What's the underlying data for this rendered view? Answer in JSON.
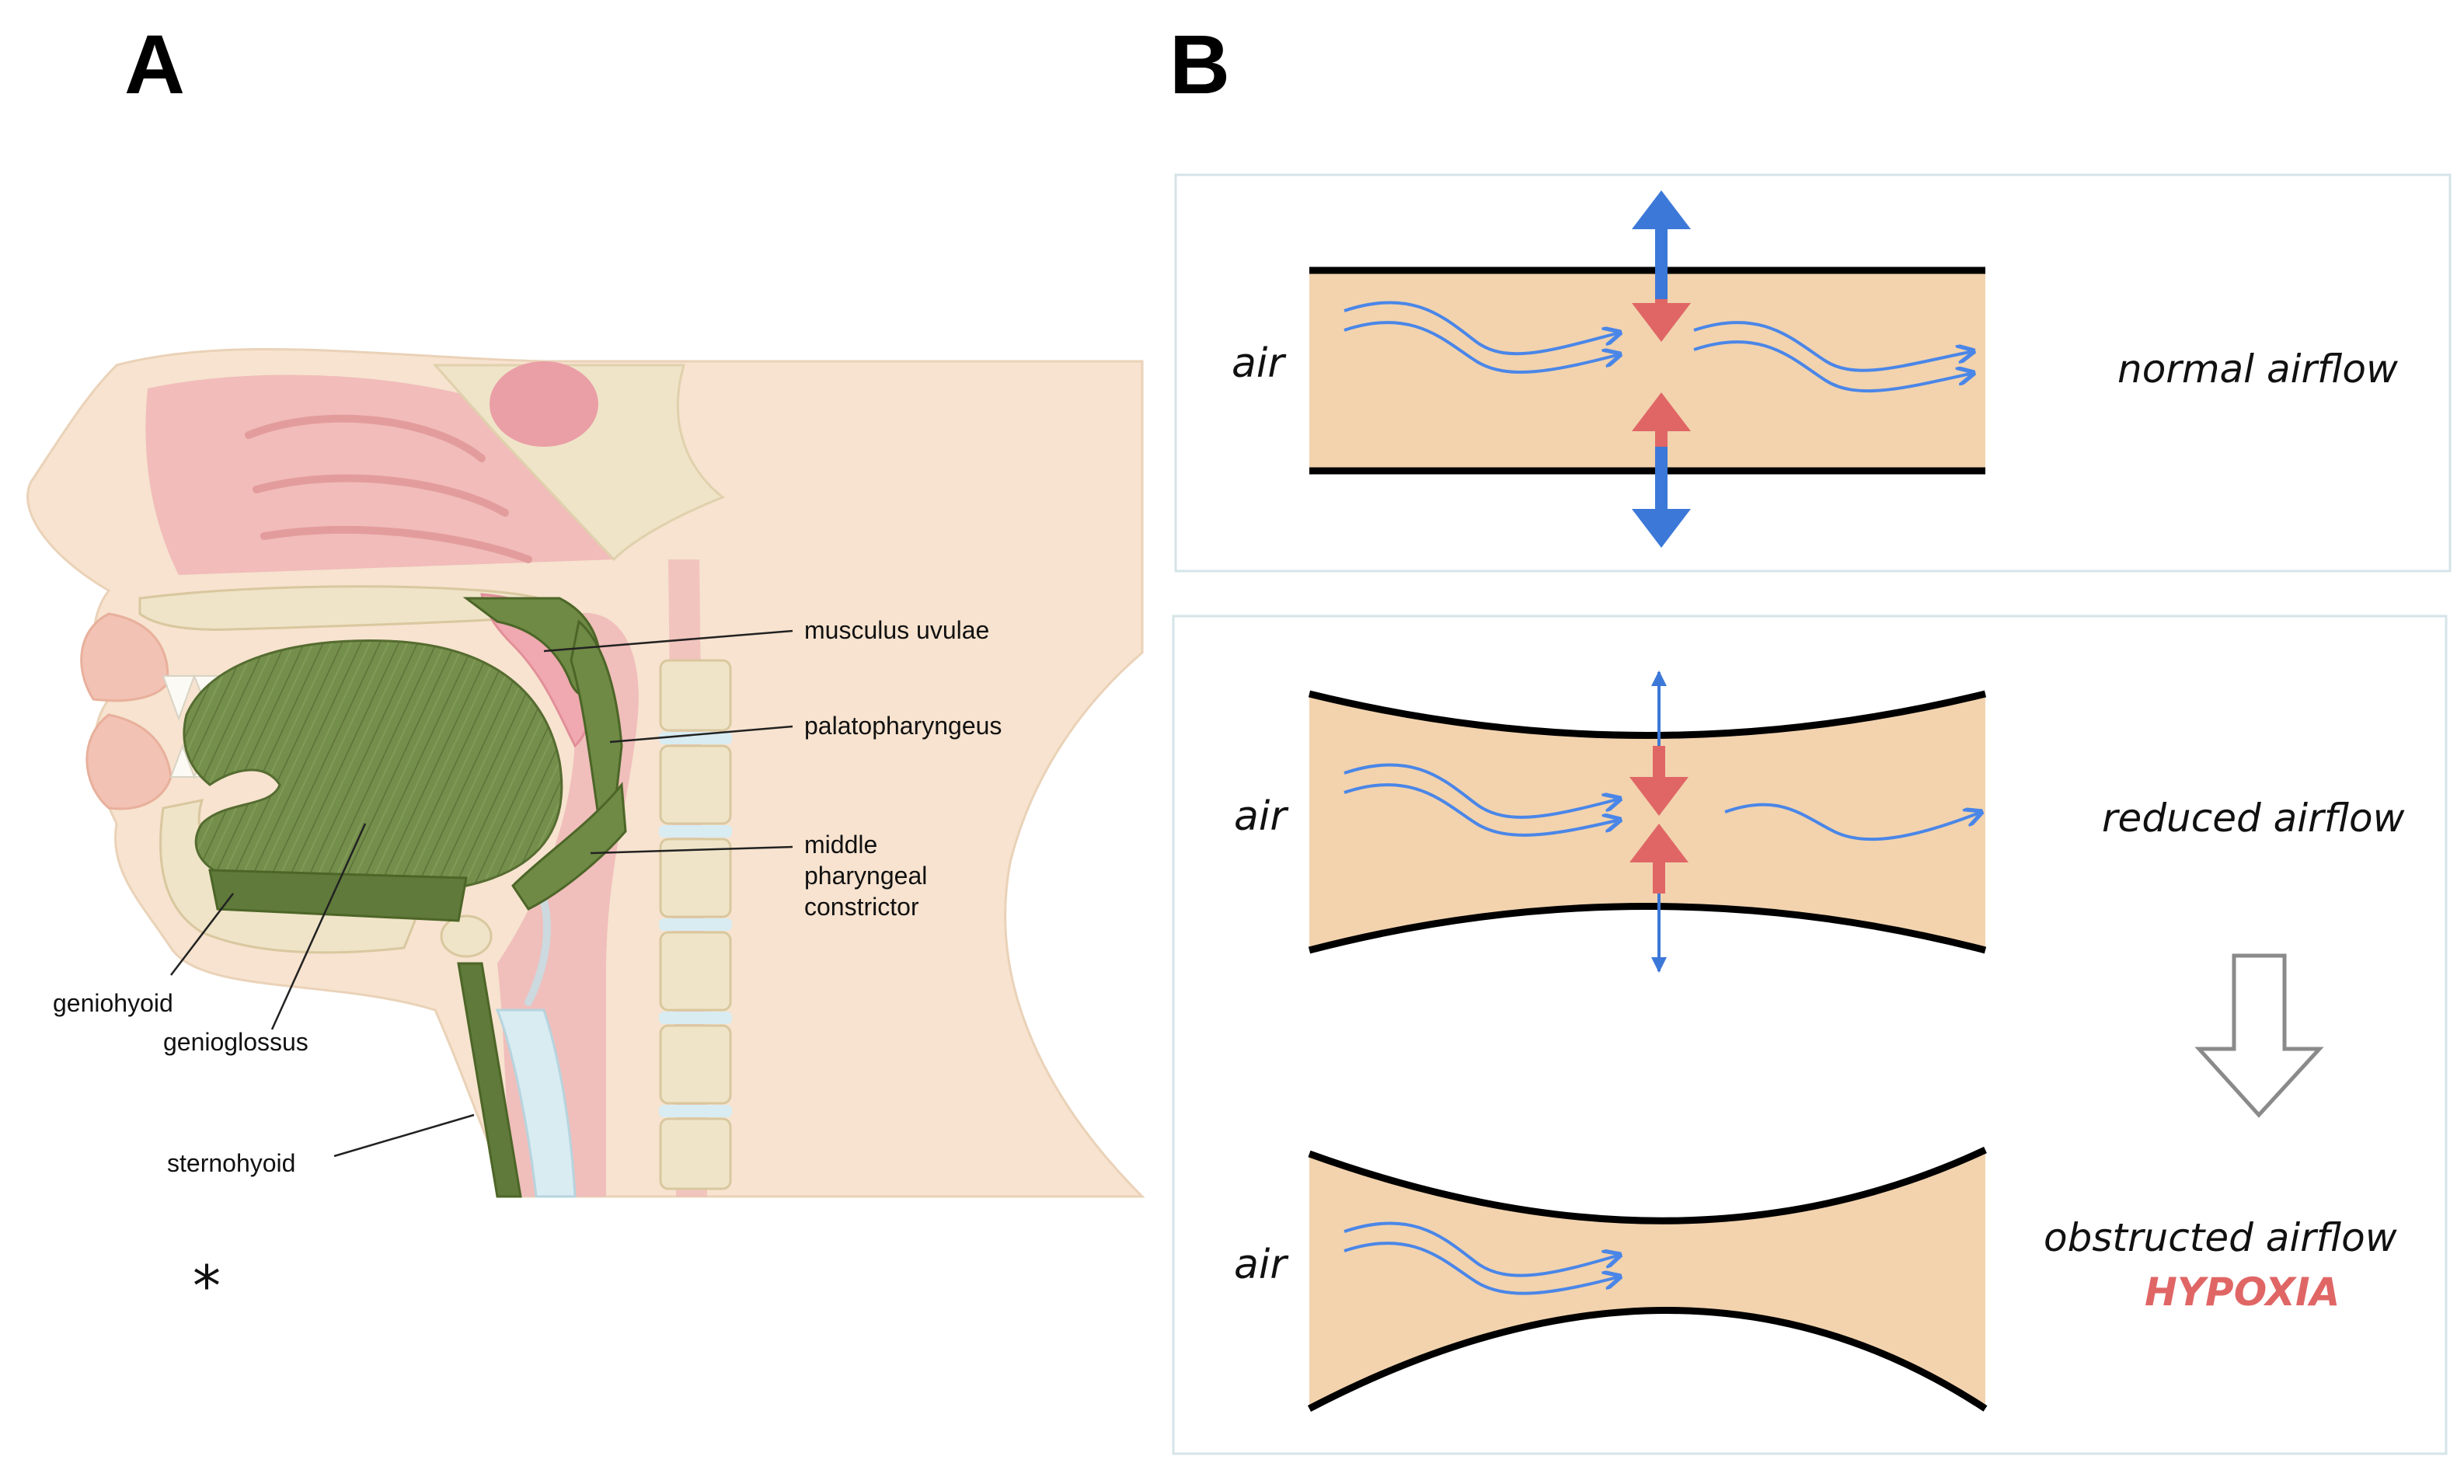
{
  "panel_a": {
    "letter": "A",
    "labels": {
      "musculus_uvulae": "musculus uvulae",
      "palatopharyngeus": "palatopharyngeus",
      "middle_pharyngeal_constrictor": [
        "middle",
        "pharyngeal",
        "constrictor"
      ],
      "geniohyoid": "geniohyoid",
      "genioglossus": "genioglossus",
      "sternohyoid": "sternohyoid"
    },
    "asterisk": "*"
  },
  "panel_b": {
    "letter": "B",
    "normal": {
      "air": "air",
      "label": "normal airflow"
    },
    "reduced": {
      "air": "air",
      "label": "reduced airflow"
    },
    "obstructed": {
      "air": "air",
      "label": "obstructed airflow",
      "status": "HYPOXIA"
    }
  },
  "colors": {
    "airway_fill": "#f2d3ae",
    "flow_arrow": "#4a86e8",
    "force_arrow_red": "#e06666",
    "force_arrow_blue": "#3c78d8",
    "muscle_green": "#5f7a3a",
    "tissue_pink": "#efb7b7",
    "skin": "#f7e3cf",
    "bone": "#efe4c8",
    "hypoxia_text": "#e06666"
  }
}
